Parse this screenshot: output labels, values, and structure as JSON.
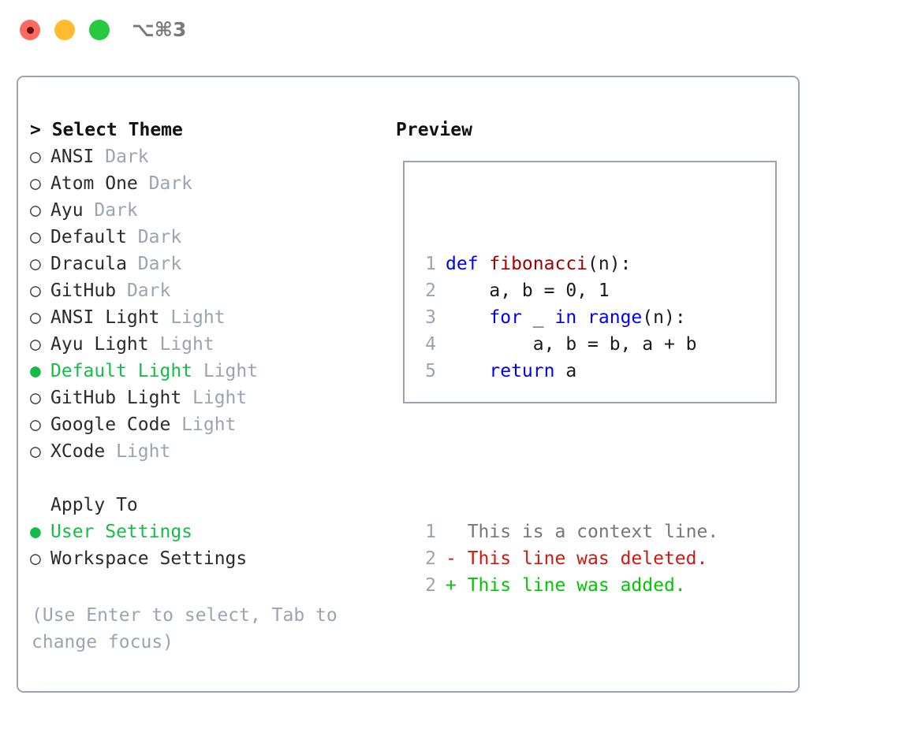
{
  "titlebar": {
    "lights": [
      {
        "name": "close-button",
        "color": "#fd6b60"
      },
      {
        "name": "minimize-button",
        "color": "#febc2e"
      },
      {
        "name": "maximize-button",
        "color": "#26c940"
      }
    ],
    "shortcut": "⌥⌘3"
  },
  "theme_section": {
    "header": "> Select Theme",
    "items": [
      {
        "marker": "○",
        "name": "ANSI",
        "suffix": "Dark",
        "selected": false
      },
      {
        "marker": "○",
        "name": "Atom One",
        "suffix": "Dark",
        "selected": false
      },
      {
        "marker": "○",
        "name": "Ayu",
        "suffix": "Dark",
        "selected": false
      },
      {
        "marker": "○",
        "name": "Default",
        "suffix": "Dark",
        "selected": false
      },
      {
        "marker": "○",
        "name": "Dracula",
        "suffix": "Dark",
        "selected": false
      },
      {
        "marker": "○",
        "name": "GitHub",
        "suffix": "Dark",
        "selected": false
      },
      {
        "marker": "○",
        "name": "ANSI Light",
        "suffix": "Light",
        "selected": false
      },
      {
        "marker": "○",
        "name": "Ayu Light",
        "suffix": "Light",
        "selected": false
      },
      {
        "marker": "●",
        "name": "Default Light",
        "suffix": "Light",
        "selected": true
      },
      {
        "marker": "○",
        "name": "GitHub Light",
        "suffix": "Light",
        "selected": false
      },
      {
        "marker": "○",
        "name": "Google Code",
        "suffix": "Light",
        "selected": false
      },
      {
        "marker": "○",
        "name": "XCode",
        "suffix": "Light",
        "selected": false
      }
    ]
  },
  "apply_section": {
    "header": "Apply To",
    "items": [
      {
        "marker": "●",
        "name": "User Settings",
        "selected": true
      },
      {
        "marker": "○",
        "name": "Workspace Settings",
        "selected": false
      }
    ]
  },
  "hint": "(Use Enter to select, Tab to change focus)",
  "preview": {
    "title": "Preview",
    "code_lines": [
      {
        "num": "1",
        "tokens": [
          {
            "t": "def ",
            "c": "kw"
          },
          {
            "t": "fibonacci",
            "c": "fn"
          },
          {
            "t": "(n):",
            "c": "plain"
          }
        ]
      },
      {
        "num": "2",
        "tokens": [
          {
            "t": "    a, b = 0, 1",
            "c": "plain"
          }
        ]
      },
      {
        "num": "3",
        "tokens": [
          {
            "t": "    ",
            "c": "plain"
          },
          {
            "t": "for",
            "c": "kw"
          },
          {
            "t": " _ ",
            "c": "plain"
          },
          {
            "t": "in",
            "c": "kw"
          },
          {
            "t": " ",
            "c": "plain"
          },
          {
            "t": "range",
            "c": "kw"
          },
          {
            "t": "(n):",
            "c": "plain"
          }
        ]
      },
      {
        "num": "4",
        "tokens": [
          {
            "t": "        a, b = b, a + b",
            "c": "plain"
          }
        ]
      },
      {
        "num": "5",
        "tokens": [
          {
            "t": "    ",
            "c": "plain"
          },
          {
            "t": "return",
            "c": "kw"
          },
          {
            "t": " a",
            "c": "plain"
          }
        ]
      }
    ],
    "diff_lines": [
      {
        "num": "1",
        "prefix": "  ",
        "text": "This is a context line.",
        "kind": "ctx"
      },
      {
        "num": "2",
        "prefix": "- ",
        "text": "This line was deleted.",
        "kind": "del"
      },
      {
        "num": "2",
        "prefix": "+ ",
        "text": "This line was added.",
        "kind": "add"
      }
    ]
  },
  "colors": {
    "accent_green": "#15bd47",
    "muted": "#9aa5b1",
    "border": "#9aa5b1",
    "keyword_blue": "#0000ee",
    "function_red": "#a00000",
    "diff_delete": "#cc1a0f",
    "diff_add": "#00c800"
  }
}
